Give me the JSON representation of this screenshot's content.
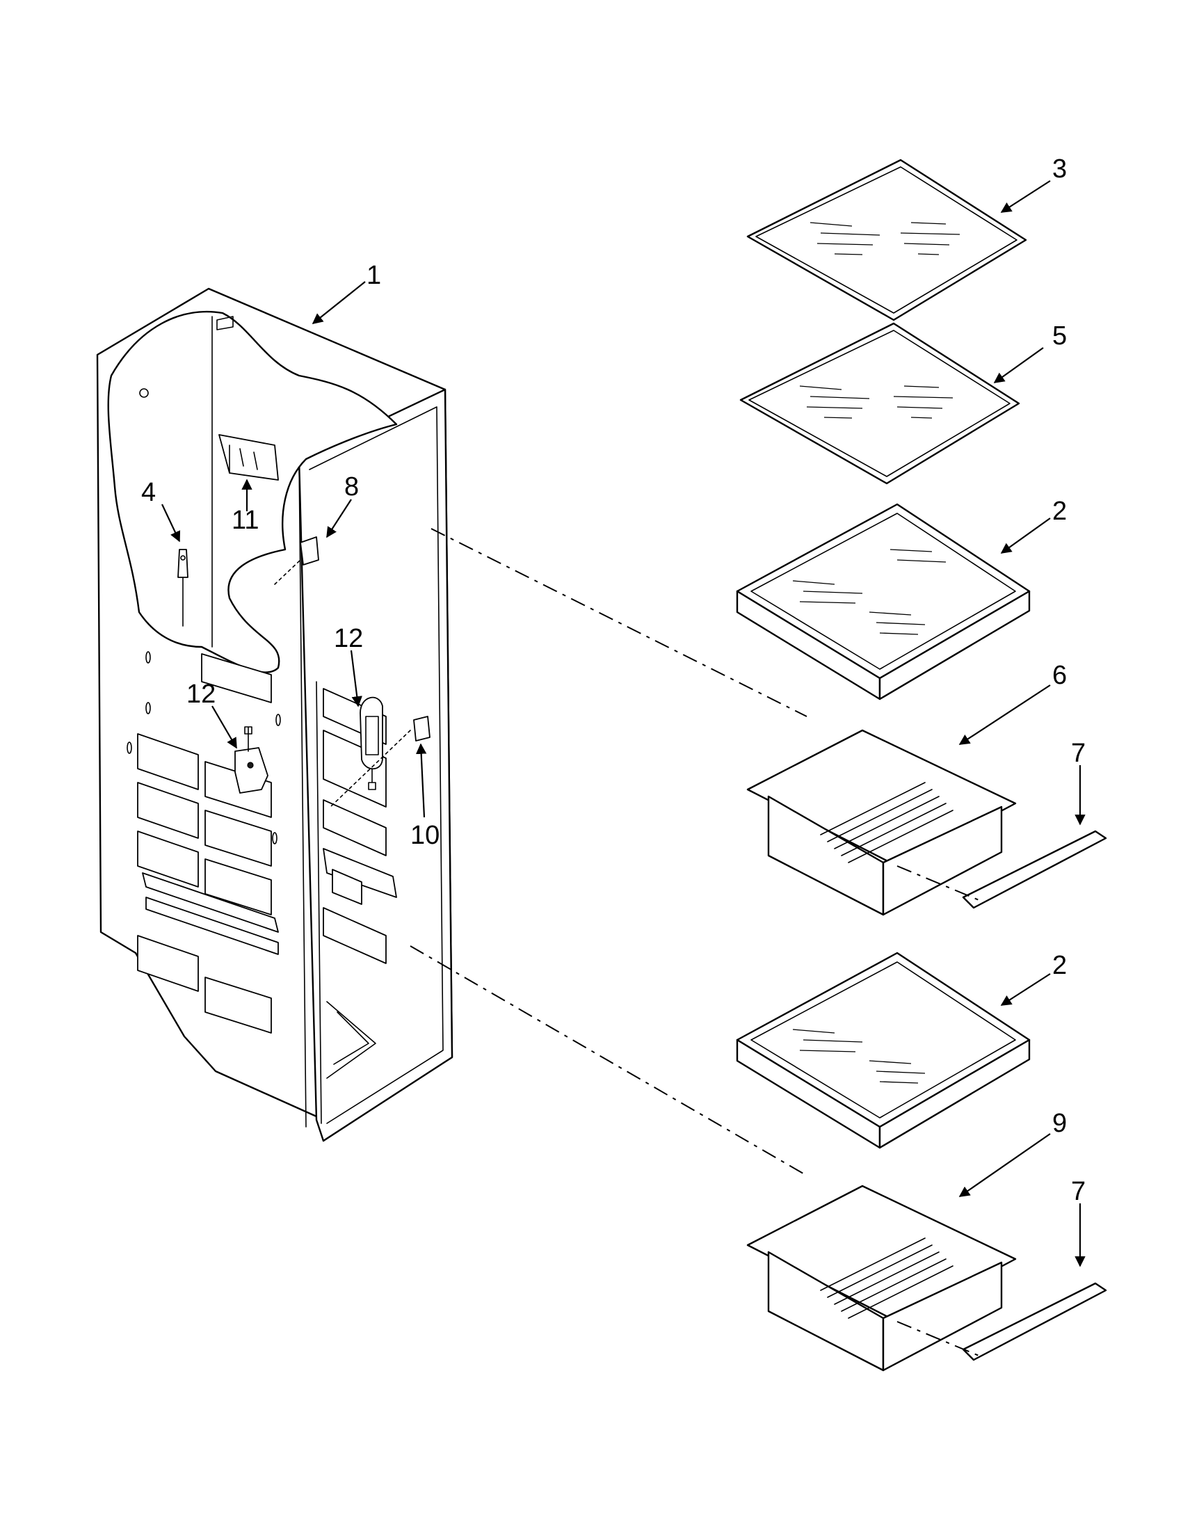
{
  "diagram": {
    "callouts": [
      {
        "id": "c1",
        "label": "1"
      },
      {
        "id": "c2a",
        "label": "2"
      },
      {
        "id": "c2b",
        "label": "2"
      },
      {
        "id": "c3",
        "label": "3"
      },
      {
        "id": "c4",
        "label": "4"
      },
      {
        "id": "c5",
        "label": "5"
      },
      {
        "id": "c6",
        "label": "6"
      },
      {
        "id": "c7a",
        "label": "7"
      },
      {
        "id": "c7b",
        "label": "7"
      },
      {
        "id": "c8",
        "label": "8"
      },
      {
        "id": "c9",
        "label": "9"
      },
      {
        "id": "c10",
        "label": "10"
      },
      {
        "id": "c11",
        "label": "11"
      },
      {
        "id": "c12a",
        "label": "12"
      },
      {
        "id": "c12b",
        "label": "12"
      }
    ]
  }
}
